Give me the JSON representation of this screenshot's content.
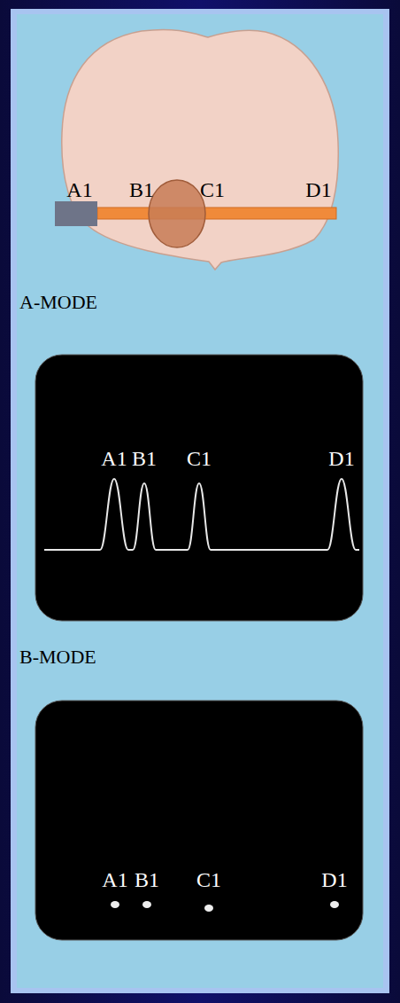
{
  "diagram": {
    "labels": [
      "A1",
      "B1",
      "C1",
      "D1",
      "A-MODE",
      "A1",
      "B1",
      "C1",
      "D1",
      "B-MODE",
      "A1",
      "B1",
      "C1",
      "D1"
    ]
  }
}
